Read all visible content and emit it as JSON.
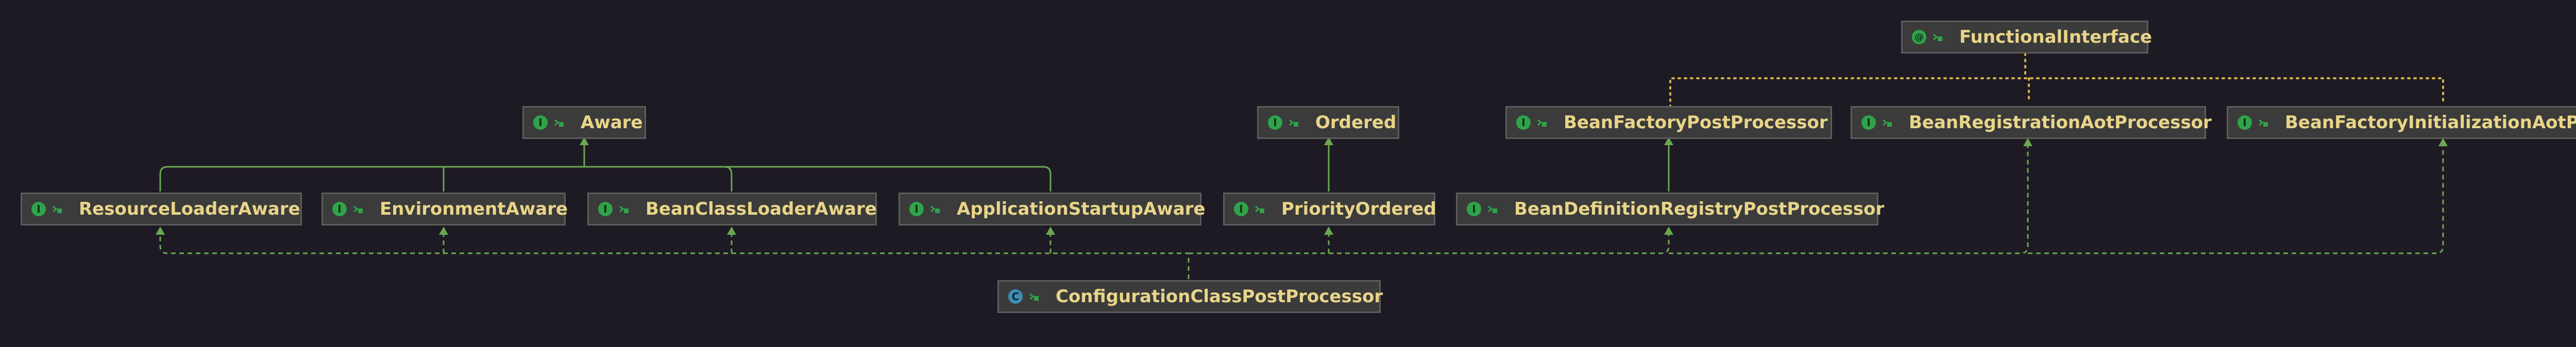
{
  "diagram": {
    "nodes": [
      {
        "id": "FunctionalInterface",
        "label": "FunctionalInterface",
        "kind": "annotation",
        "kind_glyph": "@"
      },
      {
        "id": "Aware",
        "label": "Aware",
        "kind": "interface",
        "kind_glyph": "I"
      },
      {
        "id": "Ordered",
        "label": "Ordered",
        "kind": "interface",
        "kind_glyph": "I"
      },
      {
        "id": "BeanFactoryPostProcessor",
        "label": "BeanFactoryPostProcessor",
        "kind": "interface",
        "kind_glyph": "I"
      },
      {
        "id": "BeanRegistrationAotProcessor",
        "label": "BeanRegistrationAotProcessor",
        "kind": "interface",
        "kind_glyph": "I"
      },
      {
        "id": "BeanFactoryInitializationAotProcessor",
        "label": "BeanFactoryInitializationAotProcessor",
        "kind": "interface",
        "kind_glyph": "I"
      },
      {
        "id": "ResourceLoaderAware",
        "label": "ResourceLoaderAware",
        "kind": "interface",
        "kind_glyph": "I"
      },
      {
        "id": "EnvironmentAware",
        "label": "EnvironmentAware",
        "kind": "interface",
        "kind_glyph": "I"
      },
      {
        "id": "BeanClassLoaderAware",
        "label": "BeanClassLoaderAware",
        "kind": "interface",
        "kind_glyph": "I"
      },
      {
        "id": "ApplicationStartupAware",
        "label": "ApplicationStartupAware",
        "kind": "interface",
        "kind_glyph": "I"
      },
      {
        "id": "PriorityOrdered",
        "label": "PriorityOrdered",
        "kind": "interface",
        "kind_glyph": "I"
      },
      {
        "id": "BeanDefinitionRegistryPostProcessor",
        "label": "BeanDefinitionRegistryPostProcessor",
        "kind": "interface",
        "kind_glyph": "I"
      },
      {
        "id": "ConfigurationClassPostProcessor",
        "label": "ConfigurationClassPostProcessor",
        "kind": "class",
        "kind_glyph": "C"
      }
    ],
    "edges": [
      {
        "from": "ResourceLoaderAware",
        "to": "Aware",
        "type": "extends"
      },
      {
        "from": "EnvironmentAware",
        "to": "Aware",
        "type": "extends"
      },
      {
        "from": "BeanClassLoaderAware",
        "to": "Aware",
        "type": "extends"
      },
      {
        "from": "ApplicationStartupAware",
        "to": "Aware",
        "type": "extends"
      },
      {
        "from": "PriorityOrdered",
        "to": "Ordered",
        "type": "extends"
      },
      {
        "from": "BeanDefinitionRegistryPostProcessor",
        "to": "BeanFactoryPostProcessor",
        "type": "extends"
      },
      {
        "from": "ConfigurationClassPostProcessor",
        "to": "ResourceLoaderAware",
        "type": "implements"
      },
      {
        "from": "ConfigurationClassPostProcessor",
        "to": "EnvironmentAware",
        "type": "implements"
      },
      {
        "from": "ConfigurationClassPostProcessor",
        "to": "BeanClassLoaderAware",
        "type": "implements"
      },
      {
        "from": "ConfigurationClassPostProcessor",
        "to": "ApplicationStartupAware",
        "type": "implements"
      },
      {
        "from": "ConfigurationClassPostProcessor",
        "to": "PriorityOrdered",
        "type": "implements"
      },
      {
        "from": "ConfigurationClassPostProcessor",
        "to": "BeanDefinitionRegistryPostProcessor",
        "type": "implements"
      },
      {
        "from": "ConfigurationClassPostProcessor",
        "to": "BeanRegistrationAotProcessor",
        "type": "implements"
      },
      {
        "from": "ConfigurationClassPostProcessor",
        "to": "BeanFactoryInitializationAotProcessor",
        "type": "implements"
      },
      {
        "from": "FunctionalInterface",
        "to": "BeanFactoryPostProcessor",
        "type": "annotates"
      },
      {
        "from": "FunctionalInterface",
        "to": "BeanRegistrationAotProcessor",
        "type": "annotates"
      },
      {
        "from": "FunctionalInterface",
        "to": "BeanFactoryInitializationAotProcessor",
        "type": "annotates"
      }
    ]
  },
  "colors": {
    "background": "#1e1a24",
    "edge_extends": "#6aa84f",
    "edge_implements": "#6aa84f",
    "edge_annotates": "#d4b24a",
    "label": "#e9d589"
  }
}
